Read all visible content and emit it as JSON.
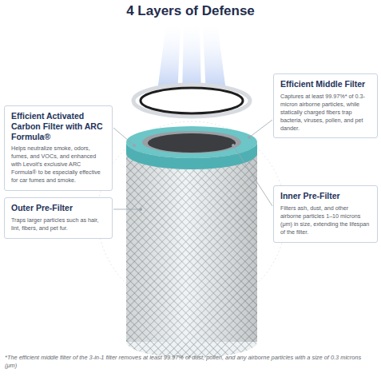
{
  "diagram": {
    "title": "4 Layers of Defense",
    "caption": "*The efficient middle filter of the 3-in-1 filter removes at least 99.97% of dust, pollen, and any airborne particles with a size of 0.3 microns (μm)",
    "nodes": [
      {
        "text": [
          "Efficient Activated Carbon Filter with ARC Formula®",
          "Helps neutralize smoke, odors, fumes, and VOCs, and enhanced with Levoit's exclusive ARC Formula® to be especially effective for car fumes and smoke."
        ]
      },
      {
        "text": [
          "Efficient Middle Filter",
          "Captures at least 99.97%* of 0.3-micron airborne particles, while statically charged fibers trap bacteria, viruses, pollen, and pet dander."
        ]
      },
      {
        "text": [
          "Outer Pre-Filter",
          "Traps larger particles such as hair, lint, fibers, and pet fur."
        ]
      },
      {
        "text": [
          "Inner Pre-Filter",
          "Filters ash, dust, and other airborne particles 1–10 microns (μm) in size, extending the lifespan of the filter."
        ]
      }
    ]
  }
}
